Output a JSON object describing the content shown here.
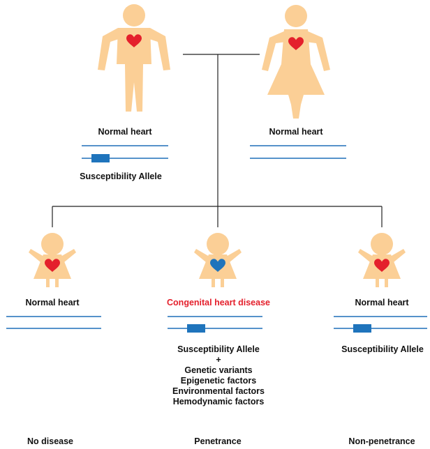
{
  "colors": {
    "skin": "#fbcf96",
    "heart_normal": "#e4202c",
    "heart_disease": "#1f74bc",
    "chromosome_line": "#1f6fb8",
    "allele_block": "#1f74bc",
    "disease_text": "#e4202c",
    "pedigree_line": "#222222"
  },
  "father": {
    "label": "Normal heart",
    "allele_label": "Susceptibility Allele",
    "heart": "normal",
    "has_allele": true
  },
  "mother": {
    "label": "Normal heart",
    "heart": "normal",
    "has_allele": false
  },
  "children": [
    {
      "label": "Normal heart",
      "heart": "normal",
      "has_allele": false,
      "outcome": "No disease"
    },
    {
      "label": "Congenital heart disease",
      "heart": "disease",
      "has_allele": true,
      "allele_label": "Susceptibility Allele",
      "plus": "+",
      "factors": [
        "Genetic variants",
        "Epigenetic factors",
        "Environmental factors",
        "Hemodynamic factors"
      ],
      "outcome": "Penetrance"
    },
    {
      "label": "Normal heart",
      "heart": "normal",
      "has_allele": true,
      "allele_label": "Susceptibility Allele",
      "outcome": "Non-penetrance"
    }
  ]
}
